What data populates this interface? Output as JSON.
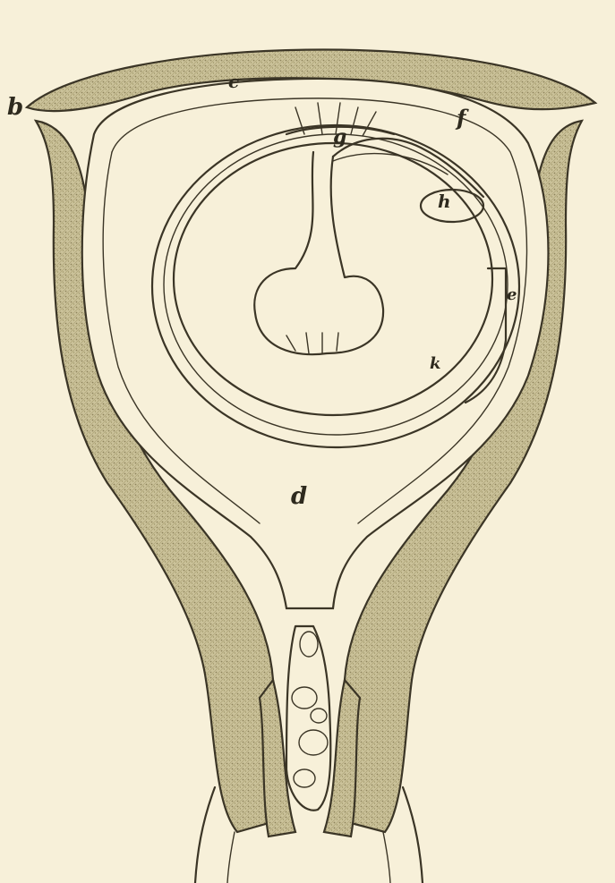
{
  "figure": {
    "labels": {
      "b": "b",
      "c": "c",
      "d": "d",
      "e": "e",
      "f": "f",
      "g": "g",
      "h": "h",
      "k": "k"
    },
    "colors": {
      "paper": "#f7f0d9",
      "ink": "#3b3526",
      "stipple": "#b8ad82"
    }
  }
}
